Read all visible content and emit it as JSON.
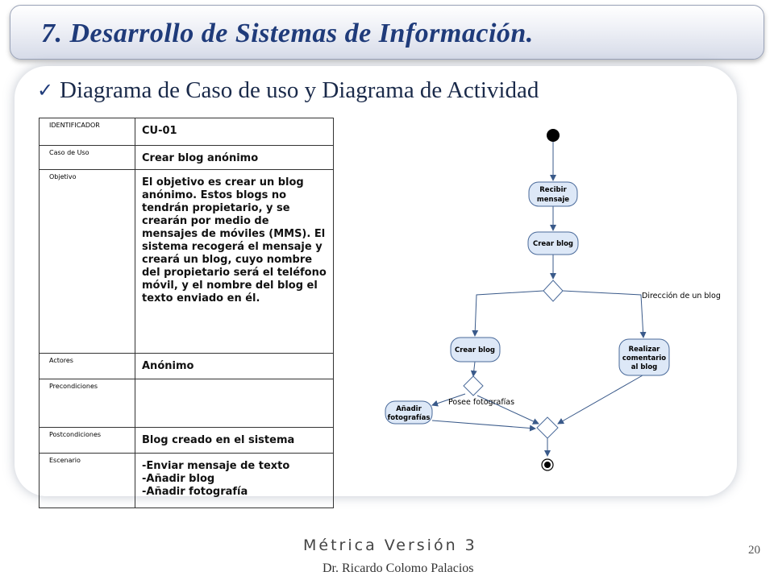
{
  "slide": {
    "title": "7. Desarrollo de Sistemas de Información.",
    "subtitle": "Diagrama de Caso de uso y Diagrama de Actividad",
    "page_number": "20",
    "footer_brand": "Métrica Versión 3",
    "footer_author": "Dr. Ricardo Colomo Palacios"
  },
  "use_case": {
    "rows": [
      {
        "label": "IDENTIFICADOR",
        "value": "CU-01"
      },
      {
        "label": "Caso de Uso",
        "value": "Crear blog anónimo"
      },
      {
        "label": "Objetivo",
        "value": "El objetivo es crear un blog anónimo. Estos blogs no tendrán propietario, y se crearán por medio de mensajes de móviles (MMS). El sistema recogerá el mensaje y creará un blog, cuyo nombre del propietario será el teléfono móvil, y el nombre del blog el texto enviado en él."
      },
      {
        "label": "Actores",
        "value": "Anónimo"
      },
      {
        "label": "Precondiciones",
        "value": ""
      },
      {
        "label": "Postcondiciones",
        "value": "Blog creado en el sistema"
      },
      {
        "label": "Escenario",
        "lines": [
          "-Enviar mensaje de texto",
          "-Añadir blog",
          "-Añadir fotografía"
        ]
      }
    ]
  },
  "activity": {
    "recibir_1": "Recibir",
    "recibir_2": "mensaje",
    "crear_blog_top": "Crear blog",
    "guard_direccion": "Dirección de un blog",
    "crear_blog_left": "Crear blog",
    "realizar_1": "Realizar",
    "realizar_2": "comentario",
    "realizar_3": "al blog",
    "guard_foto": "Posee fotografías",
    "anadir_1": "Añadir",
    "anadir_2": "fotografías"
  },
  "colors": {
    "title": "#1f3b7a",
    "node_fill": "#dde8f7",
    "node_stroke": "#4a6a9a",
    "edge": "#3a5a8a"
  }
}
